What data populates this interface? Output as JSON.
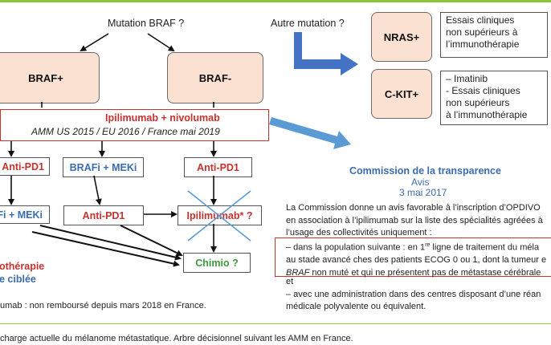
{
  "top_labels": {
    "mutation_braf": "Mutation BRAF ?",
    "autre_mutation": "Autre mutation ?"
  },
  "nodes": {
    "braf_plus": "BRAF+",
    "braf_minus": "BRAF-",
    "nras": "NRAS+",
    "ckit": "C-KIT+",
    "anti_pd1_left": "Anti-PD1",
    "brafi_meki": "BRAFi + MEKi",
    "anti_pd1_right": "Anti-PD1",
    "brafi_meki_left": "Fi + MEKi",
    "anti_pd1_middle": "Anti-PD1",
    "ipilimumab_q": "Ipilimumab* ?",
    "chimio_q": "Chimio ?"
  },
  "banner": {
    "line1": "Ipilimumab + nivolumab",
    "line2": "AMM US 2015 / EU 2016 / France mai 2019"
  },
  "notes": {
    "nras_lines": [
      "Essais cliniques",
      "non supérieurs à",
      "l’immunothérapie"
    ],
    "ckit_lines": [
      "– Imatinib",
      "- Essais cliniques",
      "non supérieurs",
      "à l’immunothérapie"
    ]
  },
  "legend": {
    "immuno": "othérapie",
    "ciblee": "e ciblée"
  },
  "footnote": "umab : non remboursé depuis mars 2018 en France.",
  "commission": {
    "title": "Commission de la transparence",
    "avis": "Avis",
    "date": "3 mai 2017",
    "para1": [
      "La Commission donne un avis favorable à l’inscription d’OPDIVO",
      "en association à l’ipilimumab sur la liste des spécialités agréées à",
      "l’usage des collectivités uniquement :"
    ],
    "boxed": {
      "line1_pre": "– dans la population suivante : en 1",
      "line1_sup": "re",
      "line1_post": " ligne de traitement du méla",
      "line2": "au stade avancé ches des patients ECOG 0 ou 1, dont la tumeur e",
      "line3_italic": "BRAF",
      "line3_rest": " non muté et qui ne présentent pas de métastase cérébrale"
    },
    "para2": [
      "et",
      "– avec une administration dans des centres disposant d’une réan",
      "médicale polyvalente ou équivalent."
    ]
  },
  "caption": "charge actuelle du mélanome métastatique. Arbre décisionnel suivant les AMM en France.",
  "colors": {
    "accent_green": "#8cc63f",
    "red": "#c8322d",
    "blue": "#3a6cb0",
    "green_text": "#3c9a3c",
    "peach": "#fbe1d2",
    "arrow_blue": "#4472c4",
    "arrow_light_blue": "#5b9bd5"
  }
}
